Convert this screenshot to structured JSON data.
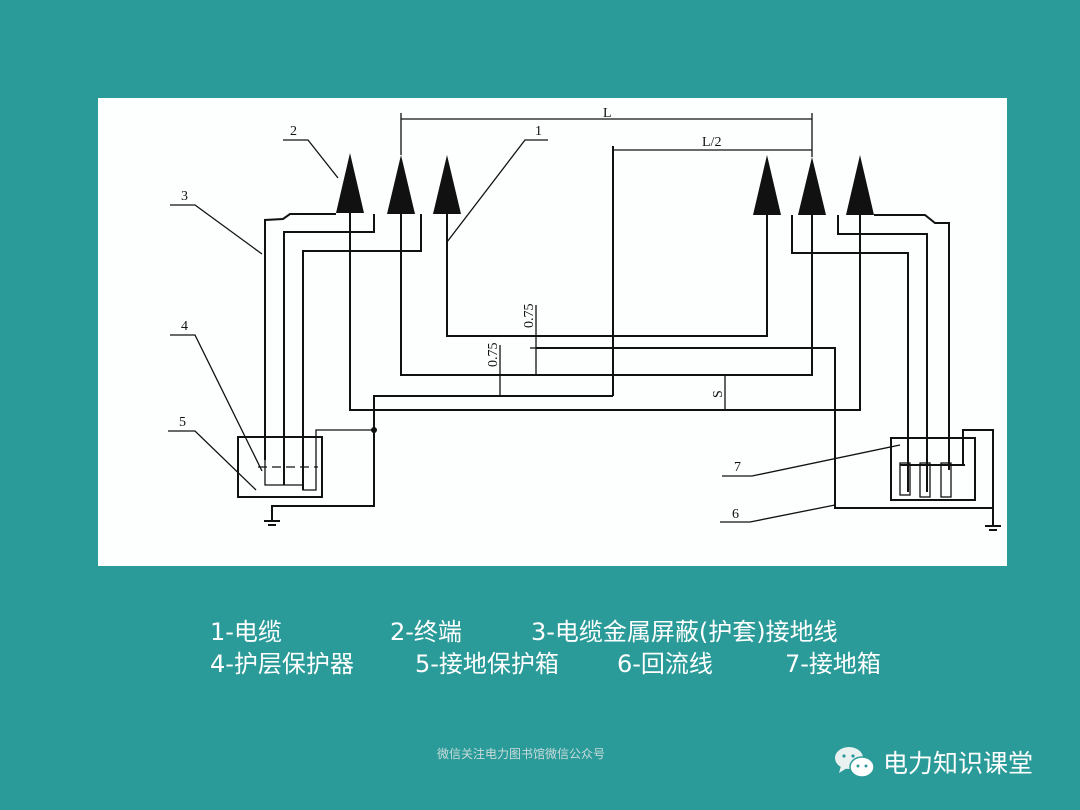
{
  "diagram": {
    "labels": {
      "n1": "1",
      "n2": "2",
      "n3": "3",
      "n4": "4",
      "n5": "5",
      "n6": "6",
      "n7": "7"
    },
    "dimensions": {
      "length": "L",
      "half_length": "L/2",
      "spacing_a": "0.75",
      "spacing_b": "0.75",
      "spacing_s": "S"
    }
  },
  "legend": [
    "1-电缆",
    "2-终端",
    "3-电缆金属屏蔽(护套)接地线",
    "4-护层保护器",
    "5-接地保护箱",
    "6-回流线",
    "7-接地箱"
  ],
  "footer": {
    "note": "微信关注电力图书馆微信公众号",
    "brand": "电力知识课堂"
  },
  "colors": {
    "background": "#2a9b99",
    "panel": "#fdfefe",
    "ink": "#111111"
  }
}
